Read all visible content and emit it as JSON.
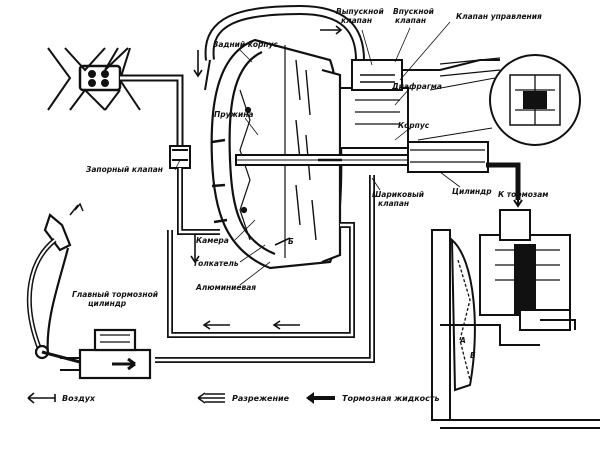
{
  "labels": {
    "exhaust_valve": [
      "Выпускной",
      "клапан"
    ],
    "inlet_valve": [
      "Впускной",
      "клапан"
    ],
    "control_valve": "Клапан управления",
    "rear_body": "Задний корпус",
    "diaphragm": "Диафрагма",
    "spring": "Пружина",
    "housing": "Корпус",
    "check_valve": "Запорный клапан",
    "chamber": "Камера",
    "pusher": "Толкатель",
    "front_body": "Алюминиевая",
    "ball_valve": [
      "Шариковый",
      "клапан"
    ],
    "cylinder": "Цилиндр",
    "to_brakes": "К тормозам",
    "master_cylinder": [
      "Главный тормозной",
      "цилиндр"
    ],
    "chamber_a": "А",
    "chamber_b": "Б",
    "chamber_b_inner": "Б"
  },
  "legend": {
    "air": "Воздух",
    "vacuum": "Разрежение",
    "brake_fluid": "Тормозная жидкость"
  },
  "colors": {
    "ink": "#111111",
    "paper": "#ffffff"
  }
}
